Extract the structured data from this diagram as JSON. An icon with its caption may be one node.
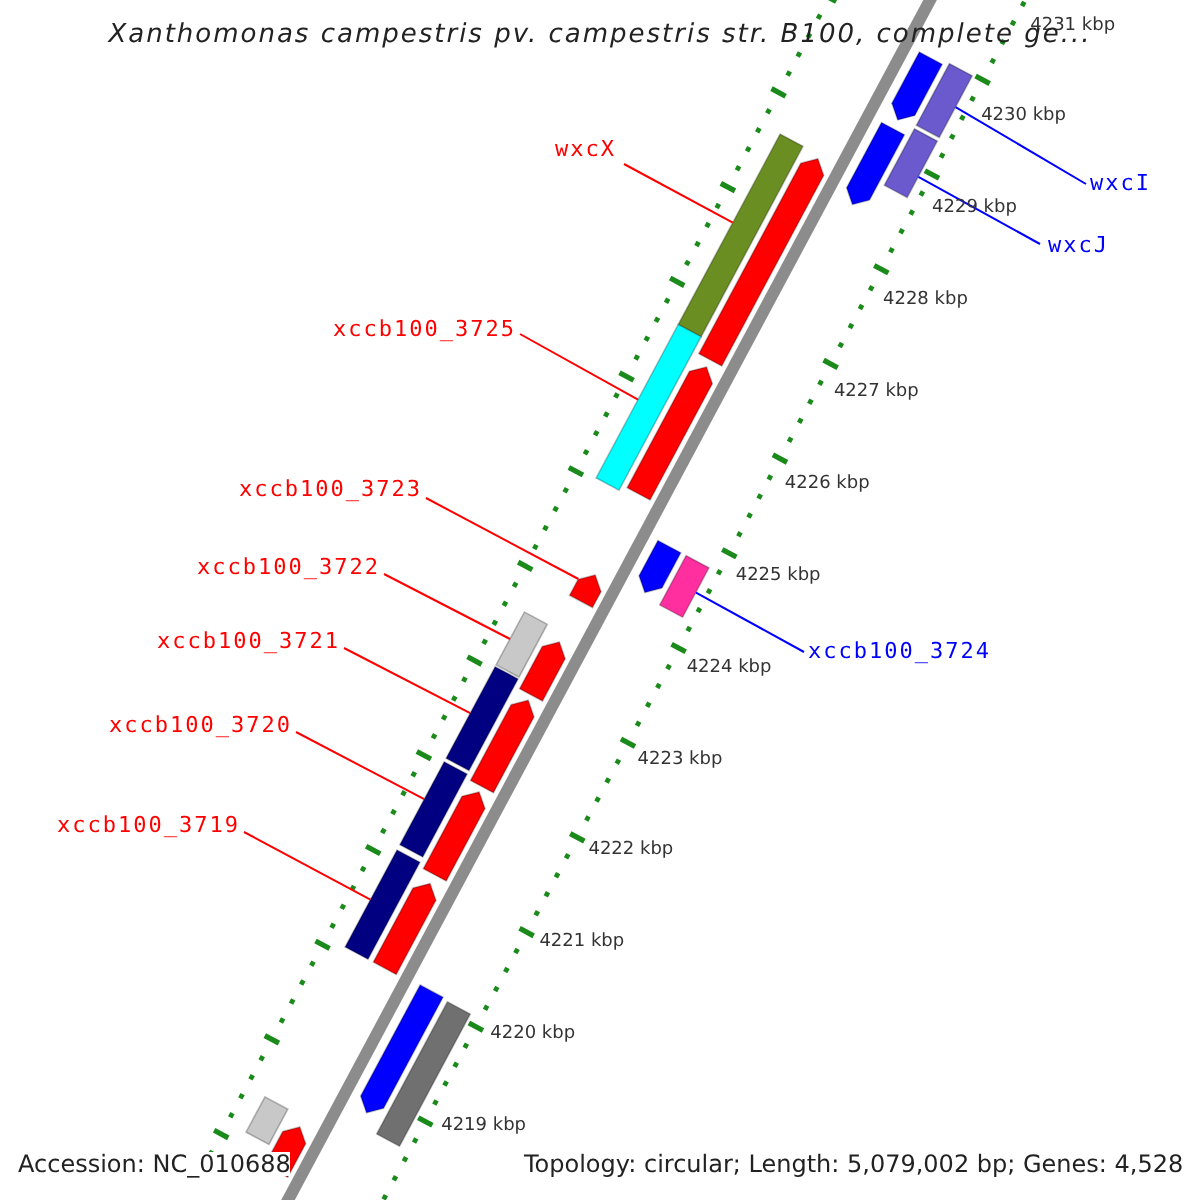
{
  "diagram": {
    "title": "Xanthomonas campestris pv. campestris str. B100, complete ge...",
    "nodes": [
      {
        "text": [
          "wxcX"
        ]
      },
      {
        "text": [],
        "shape": "bar"
      },
      {
        "text": [
          "wxcI"
        ]
      },
      {
        "text": [],
        "shape": "bar"
      },
      {
        "text": [
          "wxcJ"
        ]
      },
      {
        "text": [],
        "shape": "bar"
      },
      {
        "text": [
          "xccb100_3725"
        ]
      },
      {
        "text": [],
        "shape": "bar"
      },
      {
        "text": [
          "xccb100_3723"
        ]
      },
      {
        "text": [],
        "shape": "arrow"
      },
      {
        "text": [
          "xccb100_3722"
        ]
      },
      {
        "text": [],
        "shape": "bar"
      },
      {
        "text": [
          "xccb100_3721"
        ]
      },
      {
        "text": [],
        "shape": "bar"
      },
      {
        "text": [
          "xccb100_3724"
        ]
      },
      {
        "text": [],
        "shape": "bar"
      },
      {
        "text": [
          "xccb100_3720"
        ]
      },
      {
        "text": [],
        "shape": "bar"
      },
      {
        "text": [
          "xccb100_3719"
        ]
      },
      {
        "text": [],
        "shape": "bar"
      },
      {
        "text": [],
        "shape": "arrow"
      },
      {
        "text": [],
        "shape": "arrow"
      },
      {
        "text": [],
        "shape": "arrow"
      },
      {
        "text": [],
        "shape": "arrow"
      },
      {
        "text": [],
        "shape": "arrow"
      },
      {
        "text": [],
        "shape": "arrow"
      },
      {
        "text": [],
        "shape": "arrow"
      },
      {
        "text": [],
        "shape": "arrow"
      },
      {
        "text": [],
        "shape": "arrow"
      },
      {
        "text": [],
        "shape": "arrow"
      },
      {
        "text": [],
        "shape": "bar"
      },
      {
        "text": [],
        "shape": "bar"
      },
      {
        "text": [],
        "shape": "arrow"
      }
    ],
    "edges": [
      {
        "from": 0,
        "to": 1,
        "arrow": "none"
      },
      {
        "from": 2,
        "to": 3,
        "arrow": "none",
        "color": "#0000ff"
      },
      {
        "from": 4,
        "to": 5,
        "arrow": "none",
        "color": "#0000ff"
      },
      {
        "from": 6,
        "to": 7,
        "arrow": "none"
      },
      {
        "from": 8,
        "to": 9,
        "arrow": "none"
      },
      {
        "from": 10,
        "to": 11,
        "arrow": "none"
      },
      {
        "from": 12,
        "to": 13,
        "arrow": "none"
      },
      {
        "from": 14,
        "to": 15,
        "arrow": "none",
        "color": "#0000ff"
      },
      {
        "from": 16,
        "to": 17,
        "arrow": "none"
      },
      {
        "from": 18,
        "to": 19,
        "arrow": "none"
      }
    ],
    "labels": [
      "4231 kbp",
      "4230 kbp",
      "4229 kbp",
      "4228 kbp",
      "4227 kbp",
      "4226 kbp",
      "4225 kbp",
      "4224 kbp",
      "4223 kbp",
      "4222 kbp",
      "4221 kbp",
      "4220 kbp",
      "4219 kbp",
      "Accession: NC_010688",
      "Topology: circular; Length: 5,079,002 bp; Genes: 4,528"
    ]
  }
}
